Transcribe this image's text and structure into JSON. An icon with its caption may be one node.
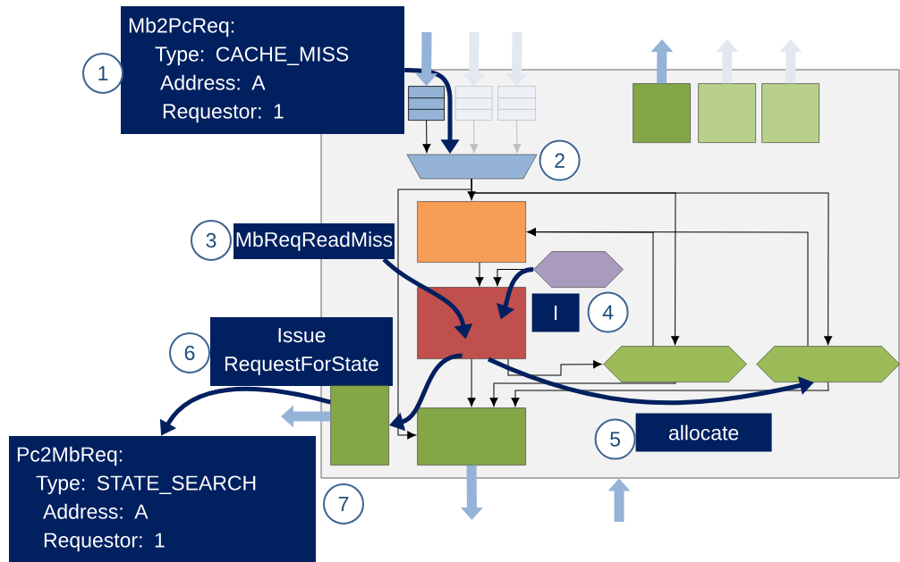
{
  "diagram": {
    "nodes": [
      {
        "text": [],
        "shape": "box"
      },
      {
        "text": [
          "Mb2PcReq:",
          "Type: CACHE_MISS",
          "Address: A",
          "Requestor: 1"
        ]
      },
      {
        "text": [
          "1"
        ]
      },
      {
        "text": [],
        "shape": "box",
        "in": 0
      },
      {
        "text": [],
        "shape": "box",
        "in": 0
      },
      {
        "text": [],
        "shape": "box",
        "in": 0
      },
      {
        "text": [],
        "shape": "trapezoid",
        "in": 0
      },
      {
        "text": [
          "2"
        ],
        "in": 0
      },
      {
        "text": [],
        "shape": "box",
        "in": 0
      },
      {
        "text": [
          "MbReqReadMiss"
        ]
      },
      {
        "text": [
          "3"
        ]
      },
      {
        "text": [],
        "shape": "hexagon",
        "in": 0
      },
      {
        "text": [],
        "shape": "box",
        "in": 0
      },
      {
        "text": [
          "I"
        ],
        "in": 0
      },
      {
        "text": [
          "4"
        ],
        "in": 0
      },
      {
        "text": [
          "Issue RequestForState"
        ]
      },
      {
        "text": [
          "6"
        ]
      },
      {
        "text": [],
        "shape": "hexagon",
        "in": 0
      },
      {
        "text": [],
        "shape": "hexagon",
        "in": 0
      },
      {
        "text": [],
        "shape": "box",
        "in": 0
      },
      {
        "text": [],
        "shape": "box",
        "in": 0
      },
      {
        "text": [
          "allocate"
        ],
        "in": 0
      },
      {
        "text": [
          "5"
        ],
        "in": 0
      },
      {
        "text": [
          "Pc2MbReq:",
          "Type: STATE_SEARCH",
          "Address: A",
          "Requestor: 1"
        ]
      },
      {
        "text": [
          "7"
        ]
      },
      {
        "text": [],
        "shape": "box",
        "in": 0
      },
      {
        "text": [],
        "shape": "box",
        "in": 0
      },
      {
        "text": [],
        "shape": "box",
        "in": 0
      }
    ],
    "edges": [
      {
        "from": 3,
        "to": 6,
        "arrow": "to"
      },
      {
        "from": 4,
        "to": 6,
        "arrow": "to",
        "color": "#bfbfbf"
      },
      {
        "from": 5,
        "to": 6,
        "arrow": "to",
        "color": "#bfbfbf"
      },
      {
        "from": 6,
        "to": 8,
        "arrow": "to"
      },
      {
        "from": 8,
        "to": 12,
        "arrow": "to"
      },
      {
        "from": 11,
        "to": 12,
        "arrow": "to"
      },
      {
        "from": 12,
        "to": 20,
        "arrow": "to"
      },
      {
        "from": 6,
        "to": 20,
        "arrow": "to"
      },
      {
        "from": 6,
        "to": 17,
        "arrow": "to"
      },
      {
        "from": 6,
        "to": 18,
        "arrow": "to"
      },
      {
        "from": 17,
        "to": 8,
        "arrow": "to"
      },
      {
        "from": 18,
        "to": 8,
        "arrow": "to"
      },
      {
        "from": 12,
        "to": 17,
        "arrow": "to"
      },
      {
        "from": 17,
        "to": 20,
        "arrow": "to"
      },
      {
        "from": 18,
        "to": 20,
        "arrow": "to"
      },
      {
        "from": 1,
        "to": 6,
        "arrow": "to",
        "style": "thick",
        "color": "#002060"
      },
      {
        "from": 9,
        "to": 12,
        "arrow": "to",
        "style": "thick",
        "color": "#002060"
      },
      {
        "from": 11,
        "to": 12,
        "arrow": "to",
        "style": "thick",
        "color": "#002060"
      },
      {
        "from": 12,
        "to": 19,
        "arrow": "to",
        "style": "thick",
        "color": "#002060"
      },
      {
        "from": 12,
        "to": 18,
        "arrow": "to",
        "style": "thick",
        "color": "#002060"
      },
      {
        "from": 19,
        "to": 23,
        "arrow": "to",
        "style": "thick",
        "color": "#002060"
      },
      {
        "from": null,
        "to": 3,
        "arrow": "to",
        "style": "thick",
        "color": "#95b3d7"
      },
      {
        "from": null,
        "to": 4,
        "arrow": "to",
        "style": "thick",
        "color": "#e2e8f0"
      },
      {
        "from": null,
        "to": 5,
        "arrow": "to",
        "style": "thick",
        "color": "#e2e8f0"
      },
      {
        "from": 25,
        "to": null,
        "arrow": "to",
        "style": "thick",
        "color": "#95b3d7"
      },
      {
        "from": 26,
        "to": null,
        "arrow": "to",
        "style": "thick",
        "color": "#e2e8f0"
      },
      {
        "from": 27,
        "to": null,
        "arrow": "to",
        "style": "thick",
        "color": "#e2e8f0"
      },
      {
        "from": 20,
        "to": null,
        "arrow": "to",
        "style": "thick",
        "color": "#95b3d7"
      },
      {
        "from": null,
        "to": 0,
        "arrow": "to",
        "style": "thick",
        "color": "#95b3d7"
      },
      {
        "from": 19,
        "to": null,
        "arrow": "to",
        "style": "thick",
        "color": "#95b3d7"
      }
    ]
  }
}
